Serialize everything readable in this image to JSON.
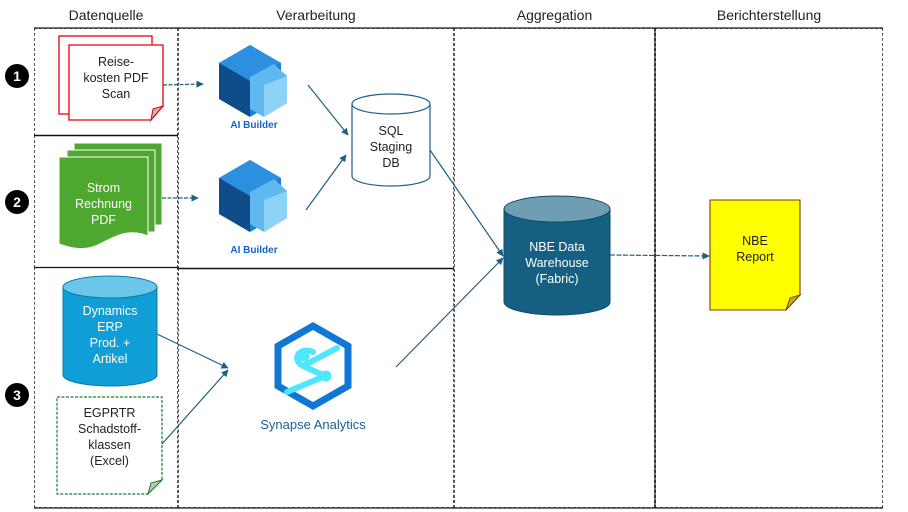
{
  "columns": [
    {
      "label": "Datenquelle"
    },
    {
      "label": "Verarbeitung"
    },
    {
      "label": "Aggregation"
    },
    {
      "label": "Berichterstellung"
    }
  ],
  "steps": [
    {
      "number": "1"
    },
    {
      "number": "2"
    },
    {
      "number": "3"
    }
  ],
  "sources": {
    "reisekosten": {
      "lines": [
        "Reise-",
        "kosten PDF",
        "Scan"
      ],
      "color": "#e8000b"
    },
    "strom": {
      "lines": [
        "Strom",
        "Rechnung",
        "PDF"
      ],
      "color": "#4ea72e"
    },
    "dynamics": {
      "lines": [
        "Dynamics",
        "ERP",
        "Prod. +",
        "Artikel"
      ],
      "color": "#0f9ed5"
    },
    "egprtr": {
      "lines": [
        "EGPRTR",
        "Schadstoff-",
        "klassen",
        "(Excel)"
      ],
      "color": "#1e7b34"
    }
  },
  "processing": {
    "ai_builder_1": {
      "label": "AI Builder"
    },
    "ai_builder_2": {
      "label": "AI Builder"
    },
    "sql_staging": {
      "lines": [
        "SQL",
        "Staging",
        "DB"
      ]
    },
    "synapse": {
      "label": "Synapse Analytics"
    }
  },
  "aggregation": {
    "warehouse": {
      "lines": [
        "NBE Data",
        "Warehouse",
        "(Fabric)"
      ],
      "color": "#156082"
    }
  },
  "reporting": {
    "report": {
      "lines": [
        "NBE",
        "Report"
      ],
      "color": "#ffff00"
    }
  },
  "colors": {
    "arrow": "#1f5f86",
    "ai_blue_dark": "#0f4c8a",
    "ai_blue_mid": "#1b7fd3",
    "ai_blue_light": "#5fb9f0",
    "synapse_hex": "#0f78d4",
    "synapse_s": "#50e6ff"
  }
}
